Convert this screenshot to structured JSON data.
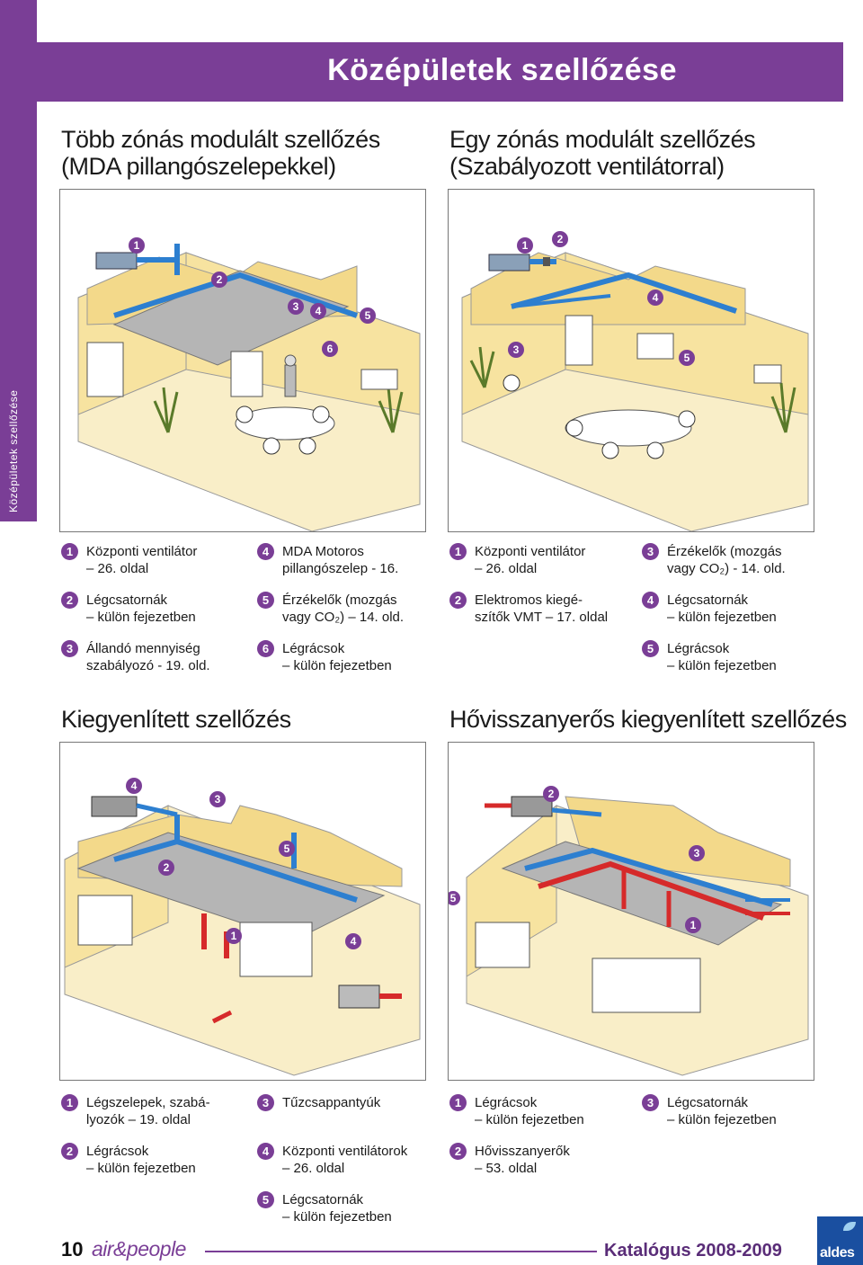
{
  "sidebar": {
    "label": "Középületek szellőzése"
  },
  "header": {
    "title": "Középületek szellőzése"
  },
  "sections": {
    "top_left_title": "Több zónás modulált szellőzés\n(MDA pillangószelepekkel)",
    "top_right_title": "Egy zónás modulált szellőzés\n(Szabályozott ventilátorral)",
    "bottom_left_title": "Kiegyenlített szellőzés",
    "bottom_right_title": "Hővisszanyerős kiegyenlített szellőzés"
  },
  "diagram_labels": {
    "tl": [
      "1",
      "2",
      "3",
      "4",
      "5",
      "6"
    ],
    "tr": [
      "1",
      "2",
      "3",
      "4",
      "5"
    ],
    "bl": [
      "4",
      "3",
      "5",
      "2",
      "1",
      "4"
    ],
    "br": [
      "2",
      "3",
      "5",
      "1"
    ]
  },
  "legend_top_left": [
    {
      "num": "1",
      "text": "Központi ventilátor\n– 26. oldal"
    },
    {
      "num": "2",
      "text": "Légcsatornák\n– külön fejezetben"
    },
    {
      "num": "3",
      "text": "Állandó mennyiség\nszabályozó - 19. old."
    },
    {
      "num": "4",
      "text": "MDA Motoros\npillangószelep - 16."
    },
    {
      "num": "5",
      "text": "Érzékelők (mozgás\nvagy CO₂) – 14. old."
    },
    {
      "num": "6",
      "text": "Légrácsok\n– külön fejezetben"
    }
  ],
  "legend_top_right": [
    {
      "num": "1",
      "text": "Központi ventilátor\n– 26. oldal"
    },
    {
      "num": "2",
      "text": "Elektromos kiegé-\nszítők VMT – 17. oldal"
    },
    {
      "num": "3",
      "text": "Érzékelők (mozgás\nvagy CO₂) - 14. old."
    },
    {
      "num": "4",
      "text": "Légcsatornák\n– külön fejezetben"
    },
    {
      "num": "5",
      "text": "Légrácsok\n– külön fejezetben"
    }
  ],
  "legend_bottom_left": [
    {
      "num": "1",
      "text": "Légszelepek, szabá-\nlyozók – 19. oldal"
    },
    {
      "num": "2",
      "text": "Légrácsok\n– külön fejezetben"
    },
    {
      "num": "3",
      "text": "Tűzcsappantyúk"
    },
    {
      "num": "4",
      "text": "Központi ventilátorok\n– 26. oldal"
    },
    {
      "num": "5",
      "text": "Légcsatornák\n– külön fejezetben"
    }
  ],
  "legend_bottom_right": [
    {
      "num": "1",
      "text": "Légrácsok\n– külön fejezetben"
    },
    {
      "num": "2",
      "text": "Hővisszanyerők\n– 53. oldal"
    },
    {
      "num": "3",
      "text": "Légcsatornák\n– külön fejezetben"
    }
  ],
  "footer": {
    "page_number": "10",
    "brand": "air&people",
    "catalog": "Katalógus 2008-2009",
    "logo": "aldes"
  },
  "colors": {
    "accent": "#7a3e96",
    "wall": "#f7e3a0",
    "floor": "#f9eec8",
    "duct_blue": "#2d7fd0",
    "duct_red": "#d62a2a",
    "ceiling_gray": "#b5b5b5",
    "logo_blue": "#1a4fa0"
  }
}
